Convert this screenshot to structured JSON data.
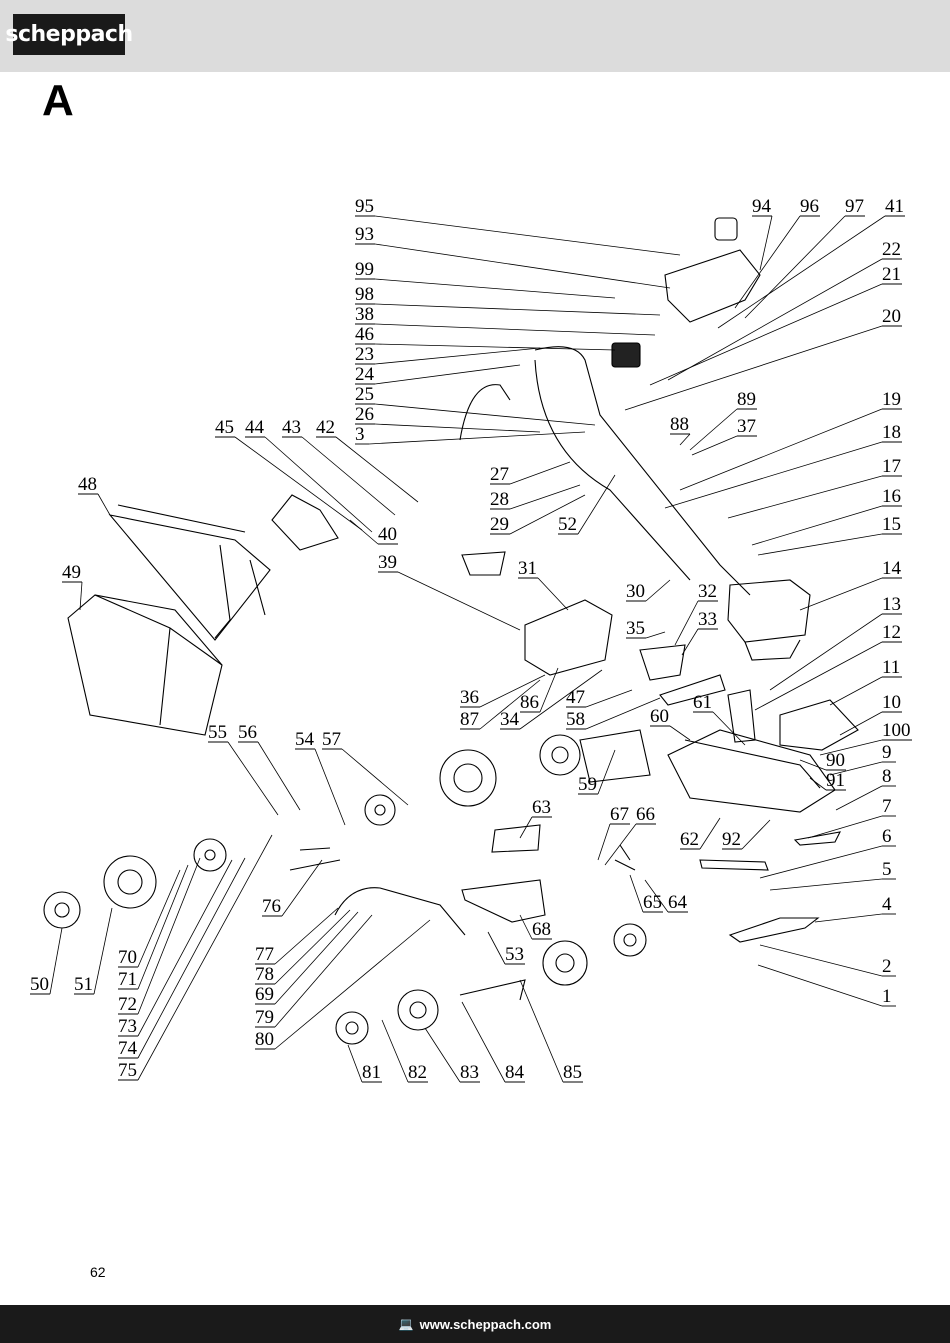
{
  "header": {
    "brand": "scheppach"
  },
  "section_letter": "A",
  "page_number": "62",
  "footer": {
    "website": "www.scheppach.com",
    "icon": "computer-icon"
  },
  "callouts": [
    "1",
    "2",
    "3",
    "4",
    "5",
    "6",
    "7",
    "8",
    "9",
    "10",
    "11",
    "12",
    "13",
    "14",
    "15",
    "16",
    "17",
    "18",
    "19",
    "20",
    "21",
    "22",
    "23",
    "24",
    "25",
    "26",
    "27",
    "28",
    "29",
    "30",
    "31",
    "32",
    "33",
    "34",
    "35",
    "36",
    "37",
    "38",
    "39",
    "40",
    "41",
    "42",
    "43",
    "44",
    "45",
    "46",
    "47",
    "48",
    "49",
    "50",
    "51",
    "52",
    "53",
    "54",
    "55",
    "56",
    "57",
    "58",
    "59",
    "60",
    "61",
    "62",
    "63",
    "64",
    "65",
    "66",
    "67",
    "68",
    "69",
    "70",
    "71",
    "72",
    "73",
    "74",
    "75",
    "76",
    "77",
    "78",
    "79",
    "80",
    "81",
    "82",
    "83",
    "84",
    "85",
    "86",
    "87",
    "88",
    "89",
    "90",
    "91",
    "92",
    "93",
    "94",
    "95",
    "96",
    "97",
    "98",
    "99",
    "100"
  ]
}
